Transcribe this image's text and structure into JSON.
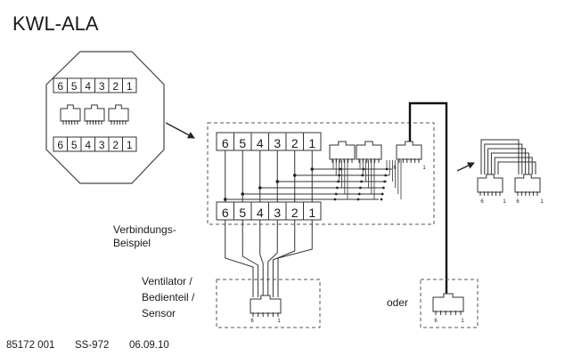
{
  "title": "KWL-ALA",
  "terminal_numbers": [
    "6",
    "5",
    "4",
    "3",
    "2",
    "1"
  ],
  "pin_labels": {
    "left": "6",
    "right": "1"
  },
  "labels": {
    "example_line1": "Verbindungs-",
    "example_line2": "Beispiel",
    "device_line1": "Ventilator /",
    "device_line2": "Bedienteil /",
    "device_line3": "Sensor",
    "or": "oder"
  },
  "footer": {
    "article_no": "85172 001",
    "code": "SS-972",
    "date": "06.09.10"
  },
  "colors": {
    "line": "#333333",
    "background": "#ffffff"
  }
}
